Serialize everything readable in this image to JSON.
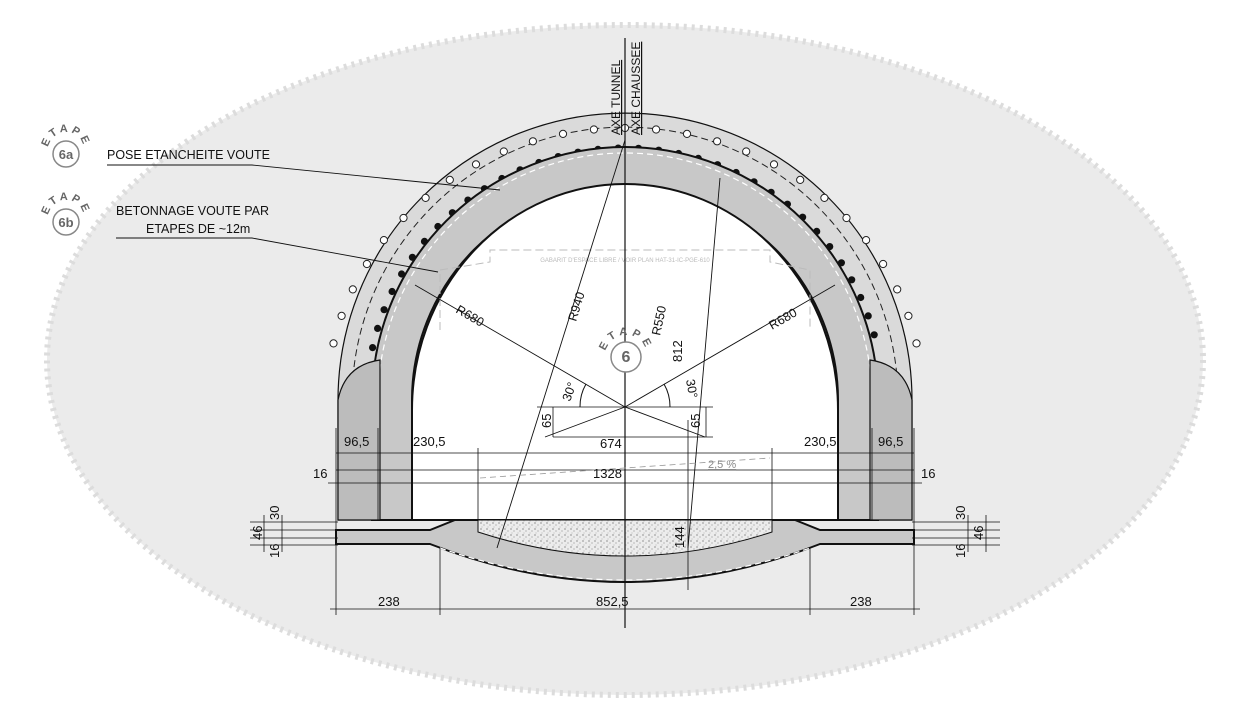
{
  "axis_labels": {
    "tunnel": "AXE TUNNEL",
    "road": "AXE CHAUSSEE"
  },
  "stages": [
    {
      "arc": "ETAPE",
      "num": "6a",
      "label_lines": [
        "POSE ETANCHEITE VOUTE"
      ]
    },
    {
      "arc": "ETAPE",
      "num": "6b",
      "label_lines": [
        "BETONNAGE VOUTE PAR",
        "ETAPES DE ~12m"
      ]
    }
  ],
  "center_stage": {
    "arc": "ETAPE",
    "num": "6"
  },
  "radii": {
    "left": "R680",
    "right": "R680",
    "outer": "R940",
    "inner": "R550"
  },
  "angles": {
    "left": "30°",
    "right": "30°"
  },
  "dimensions": {
    "height_812": "812",
    "offset_65_left": "65",
    "offset_65_right": "65",
    "width_674": "674",
    "left_965": "96,5",
    "right_965": "96,5",
    "left_2305": "230,5",
    "right_2305": "230,5",
    "width_1328": "1328",
    "left_16": "16",
    "right_16": "16",
    "slope": "2,5 %",
    "depth_144": "144",
    "left_30": "30",
    "left_46": "46",
    "left_16_low": "16",
    "right_30": "30",
    "right_46": "46",
    "right_16_low": "16",
    "bottom_left_238": "238",
    "bottom_8525": "852,5",
    "bottom_right_238": "238"
  },
  "gauge_note": "GABARIT D'ESPACE LIBRE / VOIR PLAN HAT-31-IC-PGE-610",
  "colors": {
    "lining": "#c8c8c8",
    "ground": "#e8e8e8",
    "line": "#111111",
    "badge": "#777777"
  }
}
